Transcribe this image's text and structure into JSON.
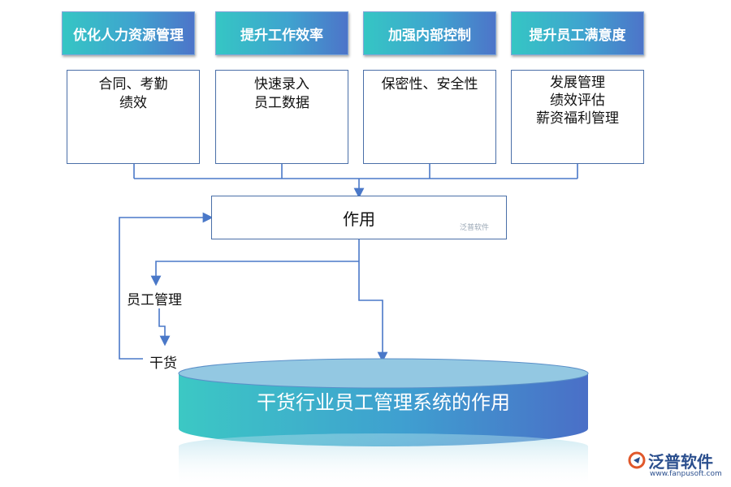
{
  "headers": [
    {
      "label": "优化人力资源管理"
    },
    {
      "label": "提升工作效率"
    },
    {
      "label": "加强内部控制"
    },
    {
      "label": "提升员工满意度"
    }
  ],
  "boxes": [
    {
      "lines": [
        "合同、考勤",
        "绩效"
      ]
    },
    {
      "lines": [
        "快速录入",
        "员工数据"
      ]
    },
    {
      "lines": [
        "保密性、安全性"
      ]
    },
    {
      "lines": [
        "发展管理",
        "绩效评估",
        "薪资福利管理"
      ]
    }
  ],
  "center": {
    "label": "作用"
  },
  "side_labels": {
    "employee_mgmt": "员工管理",
    "ganhuo": "干货"
  },
  "cylinder": {
    "label": "干货行业员工管理系统的作用"
  },
  "watermark": {
    "small": "泛普软件",
    "brand": "泛普软件",
    "url": "www.fanpusoft.com"
  },
  "colors": {
    "teal": "#35c6c4",
    "blue": "#4d74c9",
    "line": "#4a78c8"
  }
}
